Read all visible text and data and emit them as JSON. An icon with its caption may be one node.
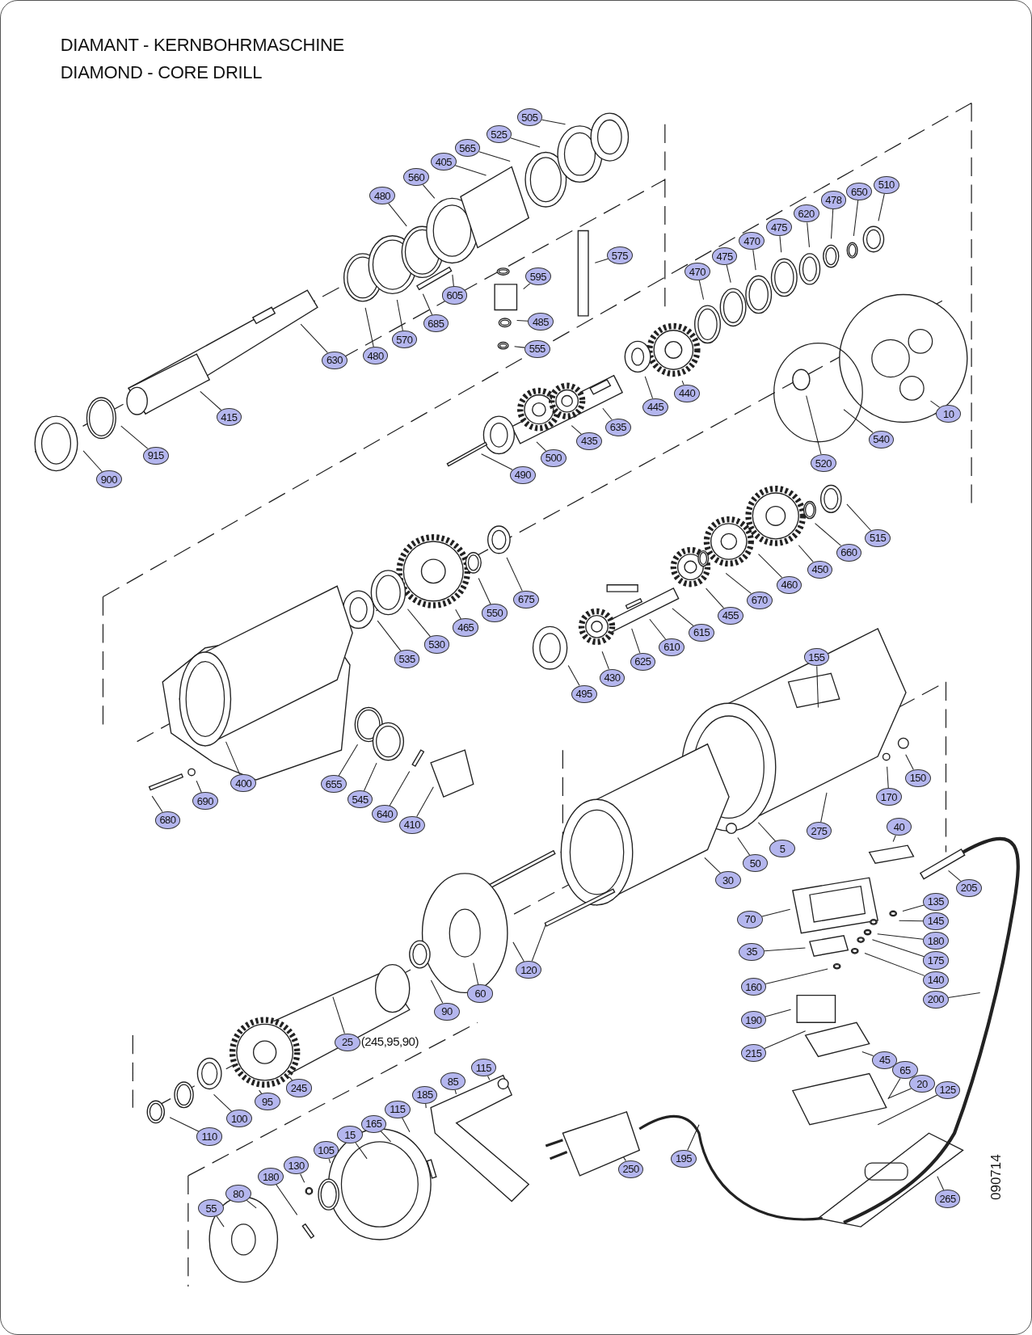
{
  "diagram": {
    "title": "DIAMANT - KERNBOHRMASCHINE",
    "nodes": [
      {
        "text": [
          "505"
        ]
      },
      {
        "text": [
          "525"
        ]
      },
      {
        "text": [
          "565"
        ]
      },
      {
        "text": [
          "405"
        ]
      },
      {
        "text": [
          "560"
        ]
      },
      {
        "text": [
          "480"
        ]
      },
      {
        "text": [
          "510"
        ]
      },
      {
        "text": [
          "650"
        ]
      },
      {
        "text": [
          "478"
        ]
      },
      {
        "text": [
          "620"
        ]
      },
      {
        "text": [
          "475"
        ]
      },
      {
        "text": [
          "470"
        ]
      },
      {
        "text": [
          "475"
        ]
      },
      {
        "text": [
          "470"
        ]
      },
      {
        "text": [
          "575"
        ]
      },
      {
        "text": [
          "595"
        ]
      },
      {
        "text": [
          "605"
        ]
      },
      {
        "text": [
          "685"
        ]
      },
      {
        "text": [
          "485"
        ]
      },
      {
        "text": [
          "555"
        ]
      },
      {
        "text": [
          "630"
        ]
      },
      {
        "text": [
          "570"
        ]
      },
      {
        "text": [
          "480"
        ]
      },
      {
        "text": [
          "415"
        ]
      },
      {
        "text": [
          "915"
        ]
      },
      {
        "text": [
          "900"
        ]
      },
      {
        "text": [
          "10"
        ]
      },
      {
        "text": [
          "440"
        ]
      },
      {
        "text": [
          "445"
        ]
      },
      {
        "text": [
          "635"
        ]
      },
      {
        "text": [
          "540"
        ]
      },
      {
        "text": [
          "435"
        ]
      },
      {
        "text": [
          "500"
        ]
      },
      {
        "text": [
          "520"
        ]
      },
      {
        "text": [
          "490"
        ]
      },
      {
        "text": [
          "515"
        ]
      },
      {
        "text": [
          "660"
        ]
      },
      {
        "text": [
          "450"
        ]
      },
      {
        "text": [
          "460"
        ]
      },
      {
        "text": [
          "675"
        ]
      },
      {
        "text": [
          "670"
        ]
      },
      {
        "text": [
          "550"
        ]
      },
      {
        "text": [
          "455"
        ]
      },
      {
        "text": [
          "465"
        ]
      },
      {
        "text": [
          "615"
        ]
      },
      {
        "text": [
          "530"
        ]
      },
      {
        "text": [
          "610"
        ]
      },
      {
        "text": [
          "535"
        ]
      },
      {
        "text": [
          "625"
        ]
      },
      {
        "text": [
          "430"
        ]
      },
      {
        "text": [
          "155"
        ]
      },
      {
        "text": [
          "495"
        ]
      },
      {
        "text": [
          "150"
        ]
      },
      {
        "text": [
          "400"
        ]
      },
      {
        "text": [
          "655"
        ]
      },
      {
        "text": [
          "170"
        ]
      },
      {
        "text": [
          "545"
        ]
      },
      {
        "text": [
          "690"
        ]
      },
      {
        "text": [
          "640"
        ]
      },
      {
        "text": [
          "680"
        ]
      },
      {
        "text": [
          "410"
        ]
      },
      {
        "text": [
          "40"
        ]
      },
      {
        "text": [
          "275"
        ]
      },
      {
        "text": [
          "5"
        ]
      },
      {
        "text": [
          "50"
        ]
      },
      {
        "text": [
          "30"
        ]
      },
      {
        "text": [
          "205"
        ]
      },
      {
        "text": [
          "135"
        ]
      },
      {
        "text": [
          "70"
        ]
      },
      {
        "text": [
          "145"
        ]
      },
      {
        "text": [
          "180"
        ]
      },
      {
        "text": [
          "35"
        ]
      },
      {
        "text": [
          "175"
        ]
      },
      {
        "text": [
          "120"
        ]
      },
      {
        "text": [
          "140"
        ]
      },
      {
        "text": [
          "160"
        ]
      },
      {
        "text": [
          "60"
        ]
      },
      {
        "text": [
          "200"
        ]
      },
      {
        "text": [
          "90"
        ]
      },
      {
        "text": [
          "190"
        ]
      },
      {
        "text": [
          "25"
        ],
        "beside": [
          "(245,95,90)"
        ]
      },
      {
        "text": [
          "215"
        ]
      },
      {
        "text": [
          "45"
        ]
      },
      {
        "text": [
          "115"
        ]
      },
      {
        "text": [
          "65"
        ]
      },
      {
        "text": [
          "85"
        ]
      },
      {
        "text": [
          "20"
        ]
      },
      {
        "text": [
          "245"
        ]
      },
      {
        "text": [
          "125"
        ]
      },
      {
        "text": [
          "185"
        ]
      },
      {
        "text": [
          "95"
        ]
      },
      {
        "text": [
          "115"
        ]
      },
      {
        "text": [
          "100"
        ]
      },
      {
        "text": [
          "165"
        ]
      },
      {
        "text": [
          "15"
        ]
      },
      {
        "text": [
          "110"
        ]
      },
      {
        "text": [
          "105"
        ]
      },
      {
        "text": [
          "195"
        ]
      },
      {
        "text": [
          "130"
        ]
      },
      {
        "text": [
          "250"
        ]
      },
      {
        "text": [
          "180"
        ]
      },
      {
        "text": [
          "80"
        ]
      },
      {
        "text": [
          "265"
        ]
      },
      {
        "text": [
          "55"
        ]
      }
    ],
    "edges": [
      {
        "from": 0,
        "to": null,
        "arrow": "none"
      },
      {
        "from": 1,
        "to": null,
        "arrow": "none"
      },
      {
        "from": 2,
        "to": null,
        "arrow": "none"
      },
      {
        "from": 3,
        "to": null,
        "arrow": "none"
      },
      {
        "from": 4,
        "to": null,
        "arrow": "none"
      },
      {
        "from": 5,
        "to": null,
        "arrow": "none"
      },
      {
        "from": 6,
        "to": null,
        "arrow": "none"
      },
      {
        "from": 7,
        "to": null,
        "arrow": "none"
      },
      {
        "from": 8,
        "to": null,
        "arrow": "none"
      },
      {
        "from": 9,
        "to": null,
        "arrow": "none"
      },
      {
        "from": 10,
        "to": null,
        "arrow": "none"
      },
      {
        "from": 11,
        "to": null,
        "arrow": "none"
      },
      {
        "from": 12,
        "to": null,
        "arrow": "none"
      },
      {
        "from": 13,
        "to": null,
        "arrow": "none"
      },
      {
        "from": 14,
        "to": null,
        "arrow": "none"
      },
      {
        "from": 15,
        "to": null,
        "arrow": "none"
      },
      {
        "from": 16,
        "to": null,
        "arrow": "none"
      },
      {
        "from": 17,
        "to": null,
        "arrow": "none"
      },
      {
        "from": 18,
        "to": null,
        "arrow": "none"
      },
      {
        "from": 19,
        "to": null,
        "arrow": "none"
      },
      {
        "from": 20,
        "to": null,
        "arrow": "none"
      },
      {
        "from": 21,
        "to": null,
        "arrow": "none"
      },
      {
        "from": 22,
        "to": null,
        "arrow": "none"
      },
      {
        "from": 23,
        "to": null,
        "arrow": "none"
      },
      {
        "from": 24,
        "to": null,
        "arrow": "none"
      },
      {
        "from": 25,
        "to": null,
        "arrow": "none"
      },
      {
        "from": 26,
        "to": null,
        "arrow": "none"
      },
      {
        "from": 27,
        "to": null,
        "arrow": "none"
      },
      {
        "from": 28,
        "to": null,
        "arrow": "none"
      },
      {
        "from": 29,
        "to": null,
        "arrow": "none"
      },
      {
        "from": 30,
        "to": null,
        "arrow": "none"
      },
      {
        "from": 31,
        "to": null,
        "arrow": "none"
      },
      {
        "from": 32,
        "to": null,
        "arrow": "none"
      },
      {
        "from": 33,
        "to": null,
        "arrow": "none"
      },
      {
        "from": 34,
        "to": null,
        "arrow": "none"
      },
      {
        "from": 35,
        "to": null,
        "arrow": "none"
      },
      {
        "from": 36,
        "to": null,
        "arrow": "none"
      },
      {
        "from": 37,
        "to": null,
        "arrow": "none"
      },
      {
        "from": 38,
        "to": null,
        "arrow": "none"
      },
      {
        "from": 39,
        "to": null,
        "arrow": "none"
      },
      {
        "from": 40,
        "to": null,
        "arrow": "none"
      },
      {
        "from": 41,
        "to": null,
        "arrow": "none"
      },
      {
        "from": 42,
        "to": null,
        "arrow": "none"
      },
      {
        "from": 43,
        "to": null,
        "arrow": "none"
      },
      {
        "from": 44,
        "to": null,
        "arrow": "none"
      },
      {
        "from": 45,
        "to": null,
        "arrow": "none"
      },
      {
        "from": 46,
        "to": null,
        "arrow": "none"
      },
      {
        "from": 47,
        "to": null,
        "arrow": "none"
      },
      {
        "from": 48,
        "to": null,
        "arrow": "none"
      },
      {
        "from": 49,
        "to": null,
        "arrow": "none"
      },
      {
        "from": 50,
        "to": null,
        "arrow": "none"
      },
      {
        "from": 51,
        "to": null,
        "arrow": "none"
      },
      {
        "from": 52,
        "to": null,
        "arrow": "none"
      },
      {
        "from": 53,
        "to": null,
        "arrow": "none"
      },
      {
        "from": 54,
        "to": null,
        "arrow": "none"
      },
      {
        "from": 55,
        "to": null,
        "arrow": "none"
      },
      {
        "from": 56,
        "to": null,
        "arrow": "none"
      },
      {
        "from": 57,
        "to": null,
        "arrow": "none"
      },
      {
        "from": 58,
        "to": null,
        "arrow": "none"
      },
      {
        "from": 59,
        "to": null,
        "arrow": "none"
      },
      {
        "from": 60,
        "to": null,
        "arrow": "none"
      },
      {
        "from": 61,
        "to": null,
        "arrow": "none"
      },
      {
        "from": 62,
        "to": null,
        "arrow": "none"
      },
      {
        "from": 63,
        "to": null,
        "arrow": "none"
      },
      {
        "from": 64,
        "to": null,
        "arrow": "none"
      },
      {
        "from": 65,
        "to": null,
        "arrow": "none"
      },
      {
        "from": 66,
        "to": null,
        "arrow": "none"
      },
      {
        "from": 67,
        "to": null,
        "arrow": "none"
      },
      {
        "from": 68,
        "to": null,
        "arrow": "none"
      },
      {
        "from": 69,
        "to": null,
        "arrow": "none"
      },
      {
        "from": 70,
        "to": null,
        "arrow": "none"
      },
      {
        "from": 71,
        "to": null,
        "arrow": "none"
      },
      {
        "from": 72,
        "to": null,
        "arrow": "none"
      },
      {
        "from": 73,
        "to": null,
        "arrow": "none"
      },
      {
        "from": 73,
        "to": null,
        "arrow": "none"
      },
      {
        "from": 74,
        "to": null,
        "arrow": "none"
      },
      {
        "from": 75,
        "to": null,
        "arrow": "none"
      },
      {
        "from": 76,
        "to": null,
        "arrow": "none"
      },
      {
        "from": 77,
        "to": null,
        "arrow": "none"
      },
      {
        "from": 78,
        "to": null,
        "arrow": "none"
      },
      {
        "from": 79,
        "to": null,
        "arrow": "none"
      },
      {
        "from": 80,
        "to": null,
        "arrow": "none"
      },
      {
        "from": 81,
        "to": null,
        "arrow": "none"
      },
      {
        "from": 82,
        "to": null,
        "arrow": "none"
      },
      {
        "from": 83,
        "to": null,
        "arrow": "none"
      },
      {
        "from": 84,
        "to": null,
        "arrow": "none"
      },
      {
        "from": 85,
        "to": null,
        "arrow": "none"
      },
      {
        "from": 86,
        "to": null,
        "arrow": "none"
      },
      {
        "from": 87,
        "to": null,
        "arrow": "none"
      },
      {
        "from": 88,
        "to": null,
        "arrow": "none"
      },
      {
        "from": 89,
        "to": null,
        "arrow": "none"
      },
      {
        "from": 90,
        "to": null,
        "arrow": "none"
      },
      {
        "from": 91,
        "to": null,
        "arrow": "none"
      },
      {
        "from": 92,
        "to": null,
        "arrow": "none"
      },
      {
        "from": 93,
        "to": null,
        "arrow": "none"
      },
      {
        "from": 94,
        "to": null,
        "arrow": "none"
      },
      {
        "from": 95,
        "to": null,
        "arrow": "none"
      },
      {
        "from": 96,
        "to": null,
        "arrow": "none"
      },
      {
        "from": 97,
        "to": null,
        "arrow": "none"
      },
      {
        "from": 98,
        "to": null,
        "arrow": "none"
      },
      {
        "from": 99,
        "to": null,
        "arrow": "none"
      },
      {
        "from": 100,
        "to": null,
        "arrow": "none"
      },
      {
        "from": 101,
        "to": null,
        "arrow": "none"
      },
      {
        "from": 102,
        "to": null,
        "arrow": "none"
      },
      {
        "from": 103,
        "to": null,
        "arrow": "none"
      }
    ],
    "labels": [
      "DIAMOND - CORE DRILL",
      "090714"
    ]
  }
}
